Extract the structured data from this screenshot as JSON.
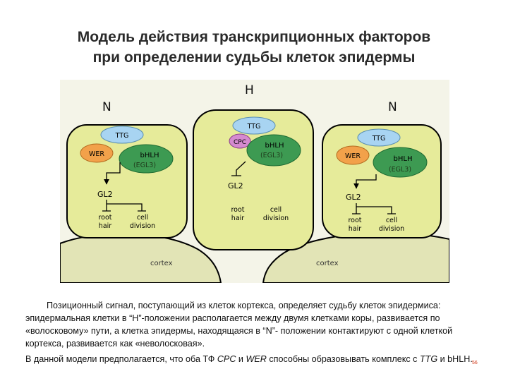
{
  "title": {
    "line1": "Модель действия транскрипционных факторов",
    "line2": "при определении судьбы клеток эпидермы"
  },
  "diagram": {
    "labels": {
      "H": "H",
      "N_left": "N",
      "N_right": "N",
      "cortex_left": "cortex",
      "cortex_right": "cortex"
    },
    "cell_left": {
      "ttg": "TTG",
      "wer": "WER",
      "bhlh": "bHLH",
      "egl3": "(EGL3)",
      "gl2": "GL2",
      "root_hair_1": "root",
      "root_hair_2": "hair",
      "cell_division_1": "cell",
      "cell_division_2": "division"
    },
    "cell_middle": {
      "ttg": "TTG",
      "cpc": "CPC",
      "bhlh": "bHLH",
      "egl3": "(EGL3)",
      "gl2": "GL2",
      "root_hair_1": "root",
      "root_hair_2": "hair",
      "cell_division_1": "cell",
      "cell_division_2": "division"
    },
    "cell_right": {
      "ttg": "TTG",
      "wer": "WER",
      "bhlh": "bHLH",
      "egl3": "(EGL3)",
      "gl2": "GL2",
      "root_hair_1": "root",
      "root_hair_2": "hair",
      "cell_division_1": "cell",
      "cell_division_2": "division"
    },
    "colors": {
      "cell_fill": "#e6eb9a",
      "cortex_fill": "#e2e4b6",
      "ttg": "#a8d4f2",
      "wer": "#f2a14a",
      "bhlh": "#3d9a52",
      "cpc": "#d58ad0"
    }
  },
  "caption": {
    "paragraph1": "Позиционный сигнал, поступающий из клеток кортекса, определяет судьбу клеток эпидермиса: эпидермальная клетки в “H”-положении располагается между двумя клетками коры, развивается по «волосковому» пути, а клетка эпидермы, находящаяся в “N”- положении контактируют с одной клеткой кортекса, развивается как «неволосковая».",
    "p2_part1": "В данной модели предполагается,  что оба ТФ ",
    "p2_cpc": "CPC",
    "p2_part2": " и ",
    "p2_wer": "WER",
    "p2_part3": " способны образовывать комплекс с ",
    "p2_ttg": "TTG",
    "p2_part4": " и bHLH.",
    "slide_number": "56"
  }
}
